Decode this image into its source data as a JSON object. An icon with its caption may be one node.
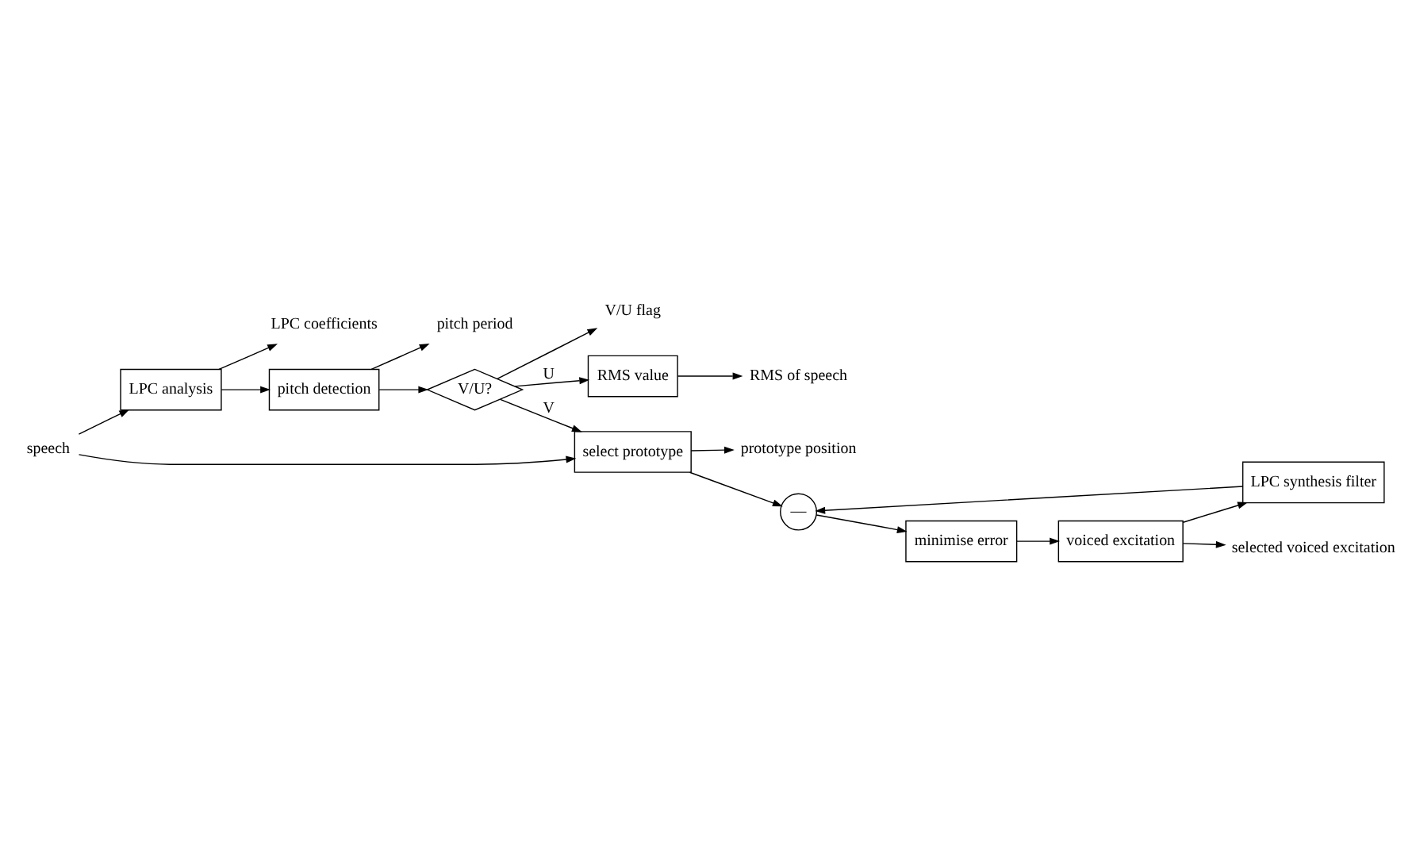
{
  "diagram": {
    "nodes": [
      {
        "text": [
          "speech"
        ]
      },
      {
        "text": [
          "LPC analysis"
        ]
      },
      {
        "text": [
          "pitch detection"
        ]
      },
      {
        "text": [
          "V/U?"
        ]
      },
      {
        "text": [
          "RMS value"
        ]
      },
      {
        "text": [
          "select prototype"
        ]
      },
      {
        "text": [
          "voiced excitation"
        ]
      },
      {
        "text": [
          "LPC synthesis filter"
        ]
      },
      {
        "text": [
          "—"
        ]
      },
      {
        "text": [
          "minimise error"
        ]
      },
      {
        "text": [
          "LPC coefficients"
        ]
      },
      {
        "text": [
          "pitch period"
        ]
      },
      {
        "text": [
          "V/U flag"
        ]
      },
      {
        "text": [
          "RMS of speech"
        ]
      },
      {
        "text": [
          "prototype position"
        ]
      },
      {
        "text": [
          "selected voiced excitation"
        ]
      }
    ],
    "edges": [
      {
        "from": 0,
        "to": 1,
        "arrow": "to"
      },
      {
        "from": 0,
        "to": 5,
        "arrow": "to"
      },
      {
        "from": 1,
        "to": 2,
        "arrow": "to"
      },
      {
        "from": 1,
        "to": 10,
        "arrow": "to"
      },
      {
        "from": 2,
        "to": 3,
        "arrow": "to"
      },
      {
        "from": 2,
        "to": 11,
        "arrow": "to"
      },
      {
        "from": 3,
        "to": 4,
        "arrow": "to",
        "label": "U"
      },
      {
        "from": 3,
        "to": 5,
        "arrow": "to",
        "label": "V"
      },
      {
        "from": 3,
        "to": 12,
        "arrow": "to"
      },
      {
        "from": 4,
        "to": 13,
        "arrow": "to"
      },
      {
        "from": 5,
        "to": 14,
        "arrow": "to"
      },
      {
        "from": 5,
        "to": 8,
        "arrow": "to"
      },
      {
        "from": 6,
        "to": 7,
        "arrow": "to"
      },
      {
        "from": 6,
        "to": 15,
        "arrow": "to"
      },
      {
        "from": 7,
        "to": 8,
        "arrow": "to"
      },
      {
        "from": 8,
        "to": 9,
        "arrow": "to"
      },
      {
        "from": 9,
        "to": 6,
        "arrow": "to"
      }
    ]
  }
}
